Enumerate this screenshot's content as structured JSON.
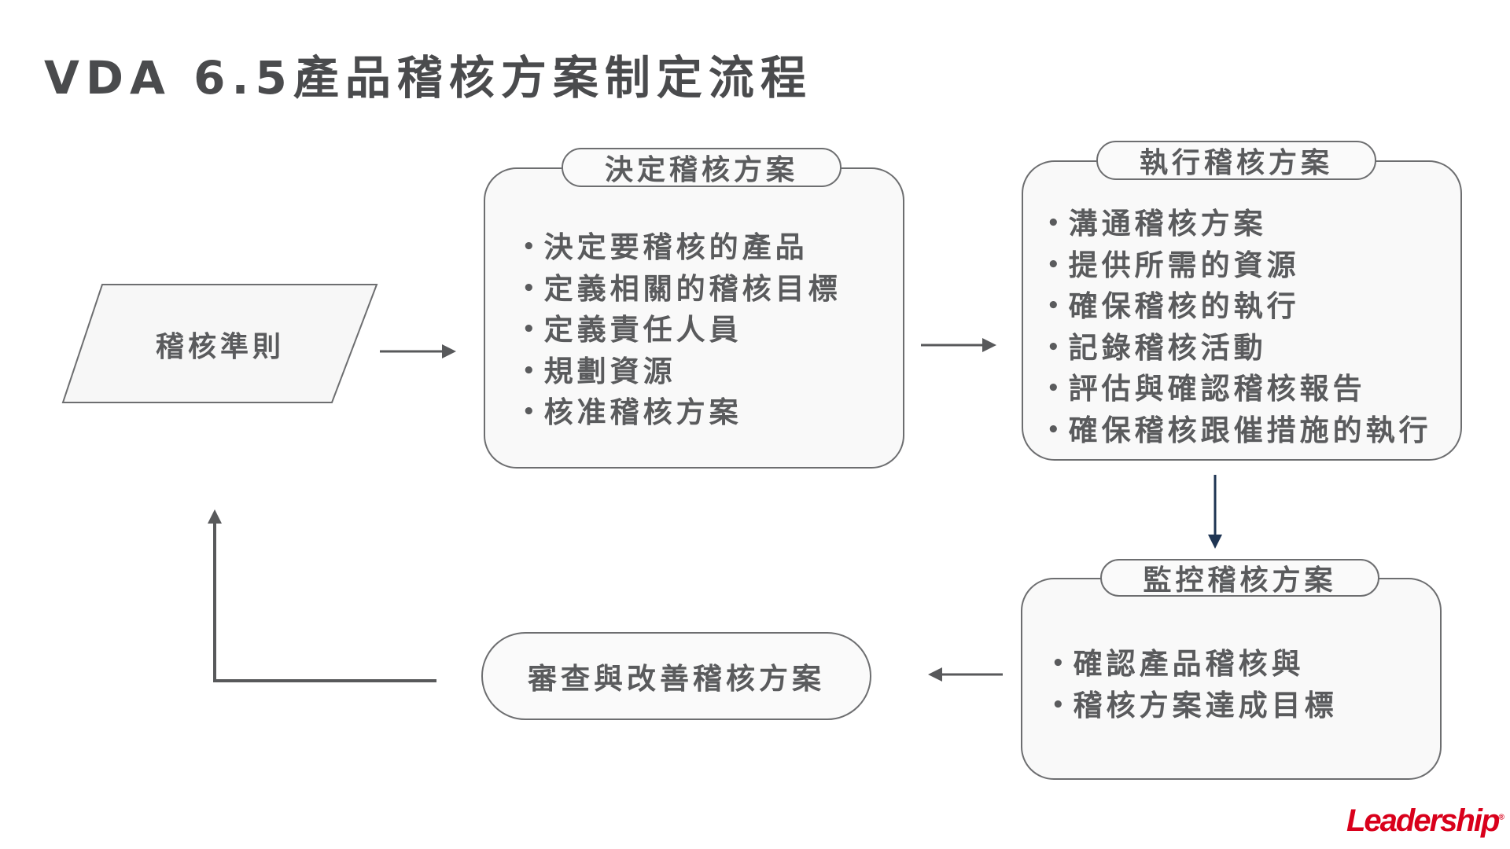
{
  "title": "VDA 6.5產品稽核方案制定流程",
  "input": {
    "label": "稽核準則"
  },
  "decide": {
    "title": "決定稽核方案",
    "items": [
      "決定要稽核的產品",
      "定義相關的稽核目標",
      "定義責任人員",
      "規劃資源",
      "核准稽核方案"
    ]
  },
  "execute": {
    "title": "執行稽核方案",
    "items": [
      "溝通稽核方案",
      "提供所需的資源",
      "確保稽核的執行",
      "記錄稽核活動",
      "評估與確認稽核報告",
      "確保稽核跟催措施的執行"
    ]
  },
  "monitor": {
    "title": "監控稽核方案",
    "items": [
      "確認產品稽核與",
      "稽核方案達成目標"
    ]
  },
  "review": {
    "label": "審查與改善稽核方案"
  },
  "logo": "Leadership",
  "colors": {
    "text": "#5a5b5d",
    "border": "#6d6e70",
    "fill": "#f9f9f9",
    "down_arrow": "#1f3553",
    "logo": "#d9001b"
  }
}
